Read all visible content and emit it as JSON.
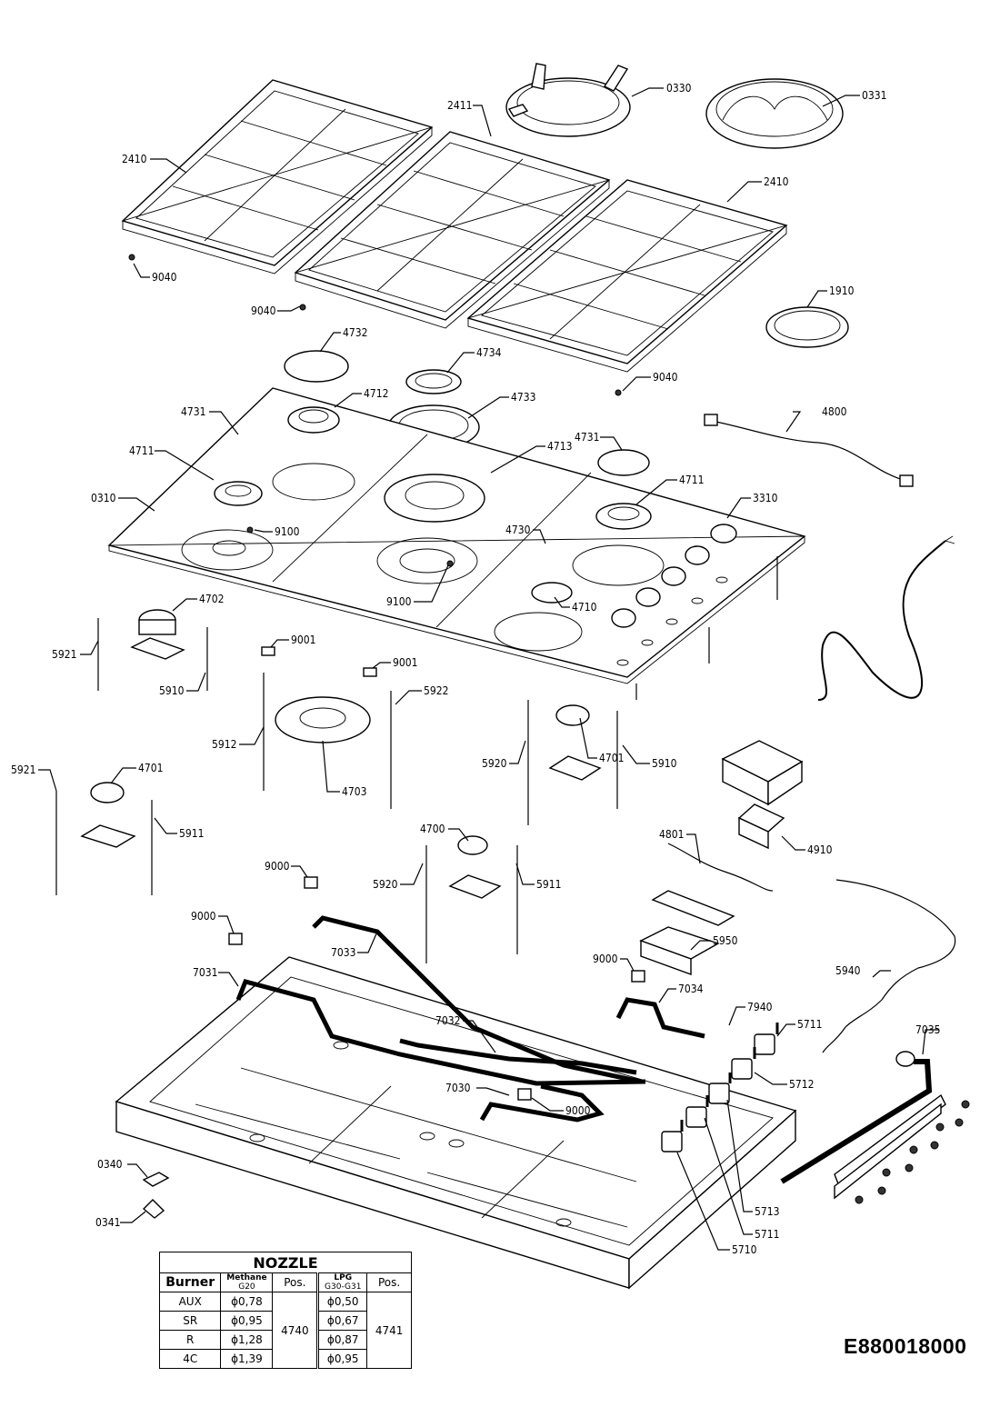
{
  "drawing_code": "E880018000",
  "callouts": {
    "c0330": "0330",
    "c0331": "0331",
    "c2411": "2411",
    "c2410a": "2410",
    "c2410b": "2410",
    "c9040a": "9040",
    "c9040b": "9040",
    "c9040c": "9040",
    "c1910": "1910",
    "c4732": "4732",
    "c4734": "4734",
    "c4712": "4712",
    "c4733": "4733",
    "c4731a": "4731",
    "c4731b": "4731",
    "c4711a": "4711",
    "c4711b": "4711",
    "c4713": "4713",
    "c4800": "4800",
    "c0310": "0310",
    "c9100a": "9100",
    "c9100b": "9100",
    "c4730": "4730",
    "c3310": "3310",
    "c4710": "4710",
    "c4702": "4702",
    "c5921a": "5921",
    "c5921b": "5921",
    "c9001a": "9001",
    "c9001b": "9001",
    "c5910a": "5910",
    "c5910b": "5910",
    "c5912": "5912",
    "c5922": "5922",
    "c4701a": "4701",
    "c4701b": "4701",
    "c4703": "4703",
    "c5920a": "5920",
    "c5920b": "5920",
    "c5911a": "5911",
    "c5911b": "5911",
    "c4910": "4910",
    "c4801": "4801",
    "c4700": "4700",
    "c9000a": "9000",
    "c9000b": "9000",
    "c9000c": "9000",
    "c9000d": "9000",
    "c5950": "5950",
    "c7033": "7033",
    "c7031": "7031",
    "c7034": "7034",
    "c7940": "7940",
    "c5711a": "5711",
    "c5711b": "5711",
    "c5940": "5940",
    "c7035": "7035",
    "c7032": "7032",
    "c5712": "5712",
    "c7030": "7030",
    "c0340": "0340",
    "c0341": "0341",
    "c5713": "5713",
    "c5710": "5710"
  },
  "nozzle_table": {
    "title": "NOZZLE",
    "col_burner": "Burner",
    "col_methane": "Methane",
    "col_methane_sub": "G20",
    "col_pos1": "Pos.",
    "col_lpg": "LPG",
    "col_lpg_sub": "G30-G31",
    "col_pos2": "Pos.",
    "pos_methane": "4740",
    "pos_lpg": "4741",
    "rows": [
      {
        "burner": "AUX",
        "methane": "ϕ0,78",
        "lpg": "ϕ0,50"
      },
      {
        "burner": "SR",
        "methane": "ϕ0,95",
        "lpg": "ϕ0,67"
      },
      {
        "burner": "R",
        "methane": "ϕ1,28",
        "lpg": "ϕ0,87"
      },
      {
        "burner": "4C",
        "methane": "ϕ1,39",
        "lpg": "ϕ0,95"
      }
    ]
  }
}
